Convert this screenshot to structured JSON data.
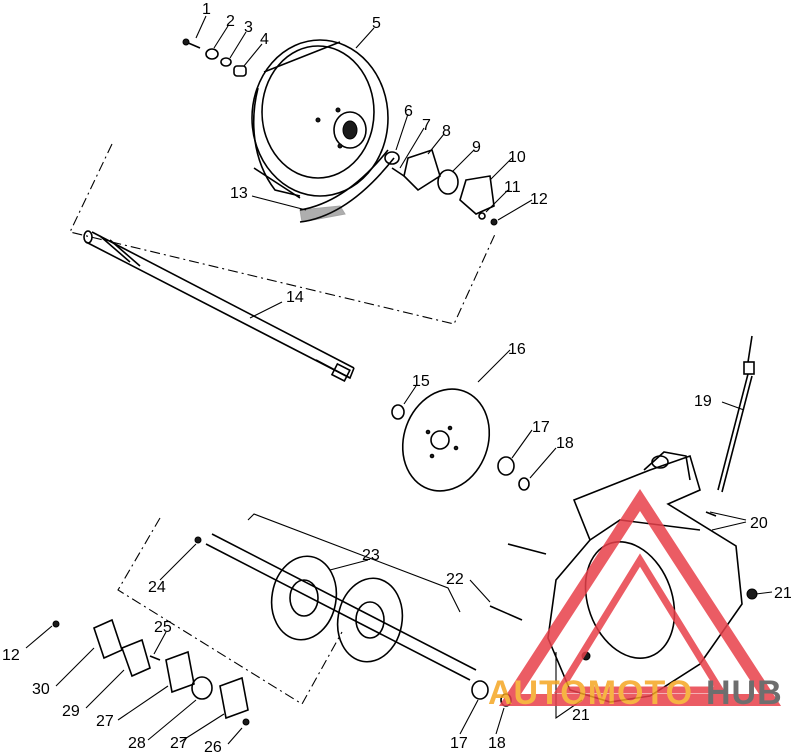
{
  "callouts": [
    {
      "id": "c1",
      "text": "1"
    },
    {
      "id": "c2",
      "text": "2"
    },
    {
      "id": "c3",
      "text": "3"
    },
    {
      "id": "c4",
      "text": "4"
    },
    {
      "id": "c5",
      "text": "5"
    },
    {
      "id": "c6",
      "text": "6"
    },
    {
      "id": "c7",
      "text": "7"
    },
    {
      "id": "c8",
      "text": "8"
    },
    {
      "id": "c9",
      "text": "9"
    },
    {
      "id": "c10",
      "text": "10"
    },
    {
      "id": "c11",
      "text": "11"
    },
    {
      "id": "c12a",
      "text": "12"
    },
    {
      "id": "c13",
      "text": "13"
    },
    {
      "id": "c14",
      "text": "14"
    },
    {
      "id": "c15",
      "text": "15"
    },
    {
      "id": "c16",
      "text": "16"
    },
    {
      "id": "c17a",
      "text": "17"
    },
    {
      "id": "c18a",
      "text": "18"
    },
    {
      "id": "c19",
      "text": "19"
    },
    {
      "id": "c20",
      "text": "20"
    },
    {
      "id": "c21a",
      "text": "21"
    },
    {
      "id": "c22",
      "text": "22"
    },
    {
      "id": "c23",
      "text": "23"
    },
    {
      "id": "c24",
      "text": "24"
    },
    {
      "id": "c12b",
      "text": "12"
    },
    {
      "id": "c25",
      "text": "25"
    },
    {
      "id": "c30",
      "text": "30"
    },
    {
      "id": "c29",
      "text": "29"
    },
    {
      "id": "c27a",
      "text": "27"
    },
    {
      "id": "c28",
      "text": "28"
    },
    {
      "id": "c27b",
      "text": "27"
    },
    {
      "id": "c26",
      "text": "26"
    },
    {
      "id": "c17b",
      "text": "17"
    },
    {
      "id": "c18b",
      "text": "18"
    },
    {
      "id": "c21b",
      "text": "21"
    }
  ],
  "watermark": {
    "part1": "AUTOMOTO",
    "part2": "HUB",
    "colors": {
      "red": "#e8404a",
      "orange": "#f5a623",
      "gray": "#555555"
    }
  }
}
